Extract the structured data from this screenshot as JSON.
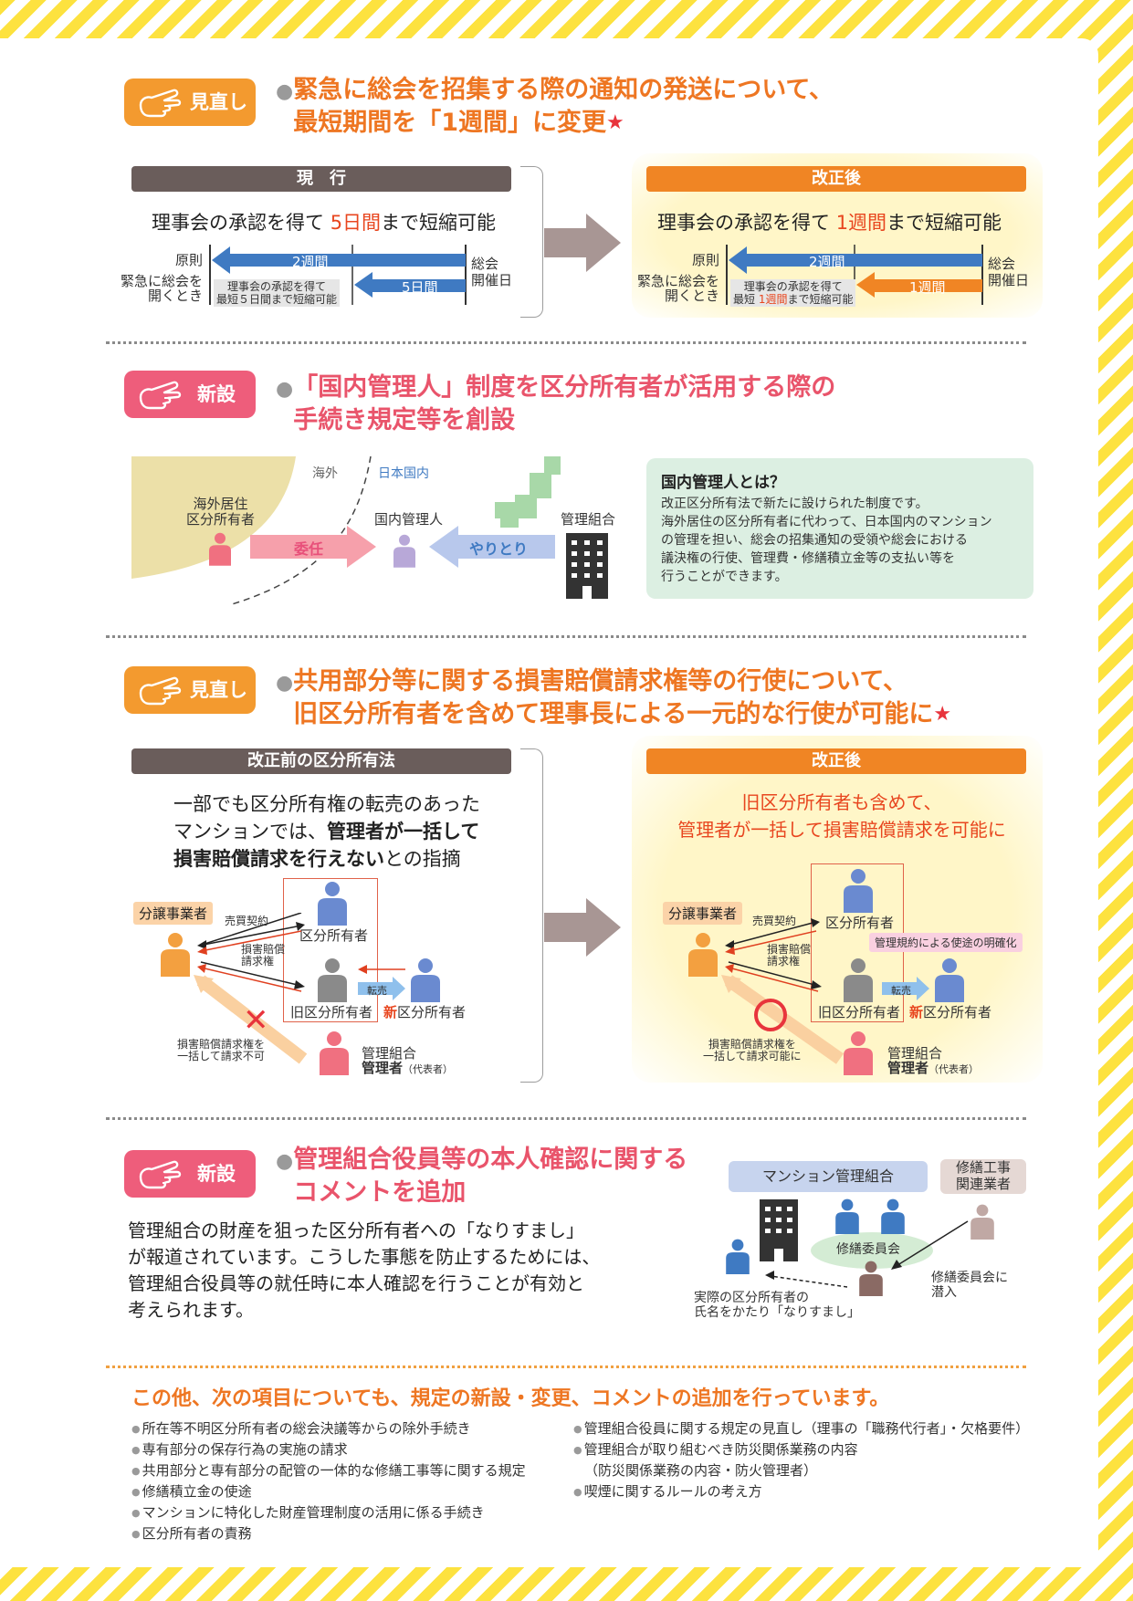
{
  "section1": {
    "tag": "見直し",
    "title_line1": "緊急に総会を招集する際の通知の発送について、",
    "title_line2": "最短期間を「1週間」に変更",
    "star": "★",
    "current": {
      "header": "現　行",
      "caption_pre": "理事会の承認を得て ",
      "caption_hl": "5日間",
      "caption_post": "まで短縮可能",
      "label_principle": "原則",
      "label_emergency_1": "緊急に総会を",
      "label_emergency_2": "開くとき",
      "arrow1": "2週間",
      "arrow2": "5日間",
      "note_1": "理事会の承認を得て",
      "note_2": "最短５日間まで短縮可能",
      "meeting_1": "総会",
      "meeting_2": "開催日"
    },
    "revised": {
      "header": "改正後",
      "caption_pre": "理事会の承認を得て ",
      "caption_hl": "1週間",
      "caption_post": "まで短縮可能",
      "label_principle": "原則",
      "label_emergency_1": "緊急に総会を",
      "label_emergency_2": "開くとき",
      "arrow1": "2週間",
      "arrow2": "1週間",
      "note_1": "理事会の承認を得て",
      "note_2_pre": "最短 ",
      "note_2_hl": "1週間",
      "note_2_post": "まで短縮可能",
      "meeting_1": "総会",
      "meeting_2": "開催日"
    }
  },
  "section2": {
    "tag": "新設",
    "title_line1": "「国内管理人」制度を区分所有者が活用する際の",
    "title_line2": "手続き規定等を創設",
    "overseas": "海外",
    "domestic": "日本国内",
    "overseas_owner_1": "海外居住",
    "overseas_owner_2": "区分所有者",
    "delegate": "委任",
    "domestic_manager": "国内管理人",
    "exchange": "やりとり",
    "association": "管理組合",
    "box_title": "国内管理人とは？",
    "box_lines": [
      "改正区分所有法で新たに設けられた制度です。",
      "海外居住の区分所有者に代わって、日本国内のマンション",
      "の管理を担い、総会の招集通知の受領や総会における",
      "議決権の行使、管理費・修繕積立金等の支払い等を",
      "行うことができます。"
    ]
  },
  "section3": {
    "tag": "見直し",
    "title_line1": "共用部分等に関する損害賠償請求権等の行使について、",
    "title_line2": "旧区分所有者を含めて理事長による一元的な行使が可能に",
    "star": "★",
    "before": {
      "header": "改正前の区分所有法",
      "text_line1": "一部でも区分所有権の転売のあった",
      "text_line2_pre": "マンションでは、",
      "text_line2_bold": "管理者が一括して",
      "text_line3_bold": "損害賠償請求を行えない",
      "text_line3_post": "との指摘",
      "developer": "分譲事業者",
      "sale_contract": "売買契約",
      "claim_1": "損害賠償",
      "claim_2": "請求権",
      "owner": "区分所有者",
      "old_owner": "旧区分所有者",
      "resale": "転売",
      "new_prefix": "新",
      "new_owner": "区分所有者",
      "cross": "✕",
      "note_1": "損害賠償請求権を",
      "note_2": "一括して請求不可",
      "assoc": "管理組合",
      "manager": "管理者",
      "rep": "（代表者）"
    },
    "after": {
      "header": "改正後",
      "text_line1": "旧区分所有者も含めて、",
      "text_line2": "管理者が一括して損害賠償請求を可能に",
      "developer": "分譲事業者",
      "sale_contract": "売買契約",
      "claim_1": "損害賠償",
      "claim_2": "請求権",
      "owner": "区分所有者",
      "rules_note": "管理規約による使途の明確化",
      "old_owner": "旧区分所有者",
      "resale": "転売",
      "new_prefix": "新",
      "new_owner": "区分所有者",
      "note_1": "損害賠償請求権を",
      "note_2": "一括して請求可能に",
      "assoc": "管理組合",
      "manager": "管理者",
      "rep": "（代表者）"
    }
  },
  "section4": {
    "tag": "新設",
    "title_line1": "管理組合役員等の本人確認に関する",
    "title_line2": "コメントを追加",
    "body": [
      "管理組合の財産を狙った区分所有者への「なりすまし」",
      "が報道されています。こうした事態を防止するためには、",
      "管理組合役員等の就任時に本人確認を行うことが有効と",
      "考えられます。"
    ],
    "assoc_label": "マンション管理組合",
    "contractor_1": "修繕工事",
    "contractor_2": "関連業者",
    "committee": "修繕委員会",
    "infiltrate_1": "修繕委員会に",
    "infiltrate_2": "潜入",
    "impersonate_1": "実際の区分所有者の",
    "impersonate_2": "氏名をかたり「なりすまし」"
  },
  "others": {
    "title": "この他、次の項目についても、規定の新設・変更、コメントの追加を行っています。",
    "left": [
      "所在等不明区分所有者の総会決議等からの除外手続き",
      "専有部分の保存行為の実施の請求",
      "共用部分と専有部分の配管の一体的な修繕工事等に関する規定",
      "修繕積立金の使途",
      "マンションに特化した財産管理制度の活用に係る手続き",
      "区分所有者の責務"
    ],
    "right_1": "管理組合役員に関する規定の見直し（理事の「職務代行者」・欠格要件）",
    "right_2": "管理組合が取り組むべき防災関係業務の内容",
    "right_2b": "（防災関係業務の内容・防火管理者）",
    "right_3": "喫煙に関するルールの考え方"
  }
}
